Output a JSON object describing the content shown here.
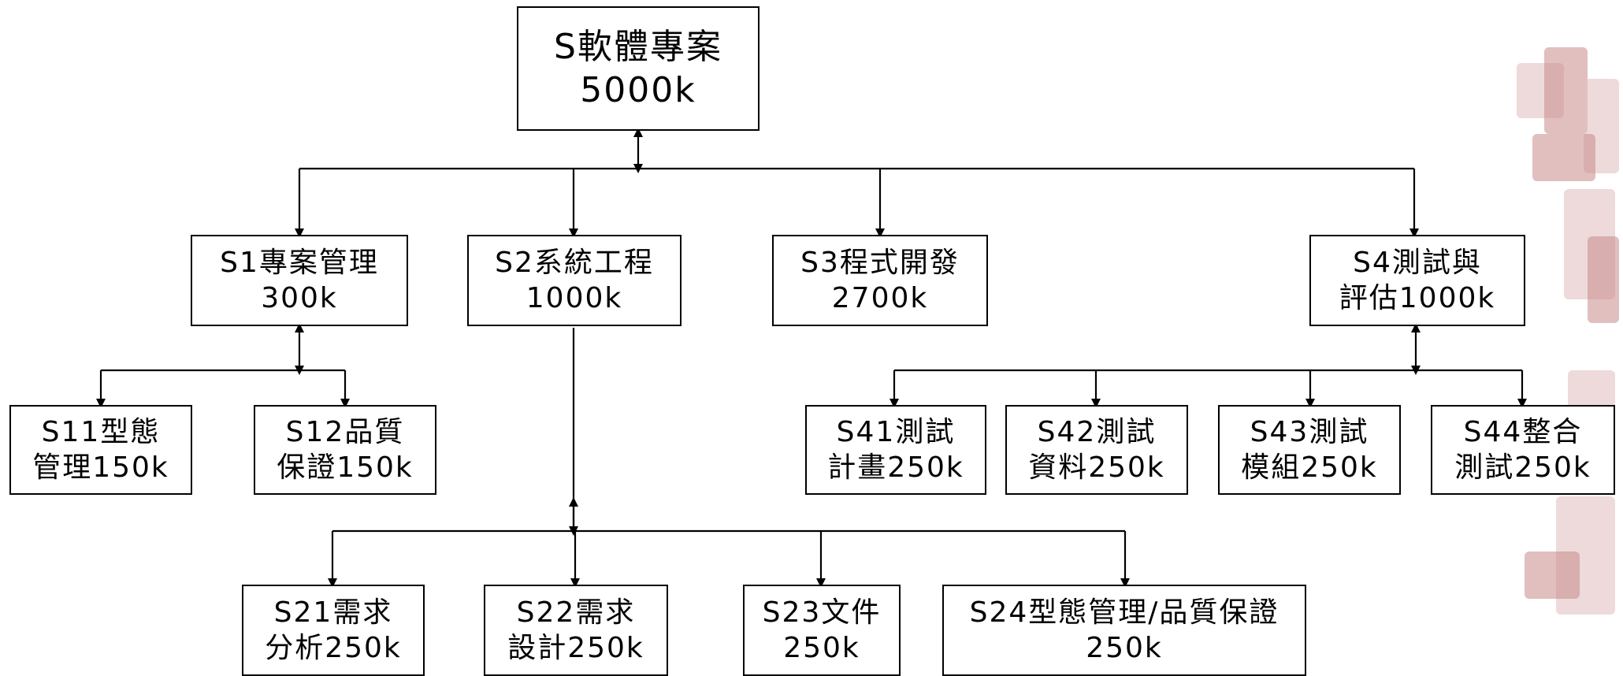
{
  "diagram": {
    "root": {
      "line1": "S軟體專案",
      "line2": "5000k"
    },
    "s1": {
      "line1": "S1專案管理",
      "line2": "300k"
    },
    "s2": {
      "line1": "S2系統工程",
      "line2": "1000k"
    },
    "s3": {
      "line1": "S3程式開發",
      "line2": "2700k"
    },
    "s4": {
      "line1": "S4測試與",
      "line2": "評估1000k"
    },
    "s11": {
      "line1": "S11型態",
      "line2": "管理150k"
    },
    "s12": {
      "line1": "S12品質",
      "line2": "保證150k"
    },
    "s21": {
      "line1": "S21需求",
      "line2": "分析250k"
    },
    "s22": {
      "line1": "S22需求",
      "line2": "設計250k"
    },
    "s23": {
      "line1": "S23文件",
      "line2": "250k"
    },
    "s24": {
      "line1": "S24型態管理/品質保證",
      "line2": "250k"
    },
    "s41": {
      "line1": "S41測試",
      "line2": "計畫250k"
    },
    "s42": {
      "line1": "S42測試",
      "line2": "資料250k"
    },
    "s43": {
      "line1": "S43測試",
      "line2": "模組250k"
    },
    "s44": {
      "line1": "S44整合",
      "line2": "測試250k"
    }
  },
  "colors": {
    "line": "#000000",
    "watermark": "#c98a8a"
  }
}
